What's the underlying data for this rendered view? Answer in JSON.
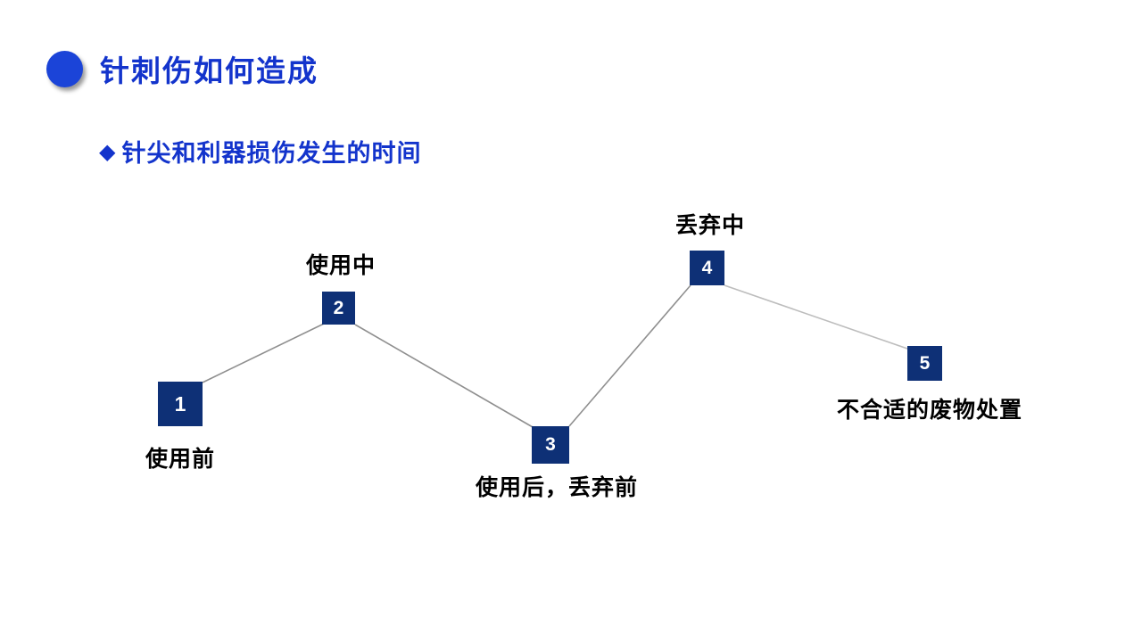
{
  "slide": {
    "title": "针刺伤如何造成",
    "subtitle": "针尖和利器损伤发生的时间",
    "subtitle_bullet": "◆",
    "colors": {
      "accent_blue": "#1334cc",
      "bullet_circle_blue": "#1b44d8",
      "node_navy": "#0e3076",
      "connector_gray": "#8f8f8f",
      "connector_light_gray": "#bdbdbd",
      "label_black": "#000000",
      "background": "#ffffff"
    }
  },
  "diagram": {
    "description": "zigzag-timeline",
    "steps": [
      {
        "number": "1",
        "label": "使用前",
        "label_position": "below"
      },
      {
        "number": "2",
        "label": "使用中",
        "label_position": "above"
      },
      {
        "number": "3",
        "label": "使用后，丢弃前",
        "label_position": "below"
      },
      {
        "number": "4",
        "label": "丢弃中",
        "label_position": "above"
      },
      {
        "number": "5",
        "label": "不合适的废物处置",
        "label_position": "below"
      }
    ]
  }
}
